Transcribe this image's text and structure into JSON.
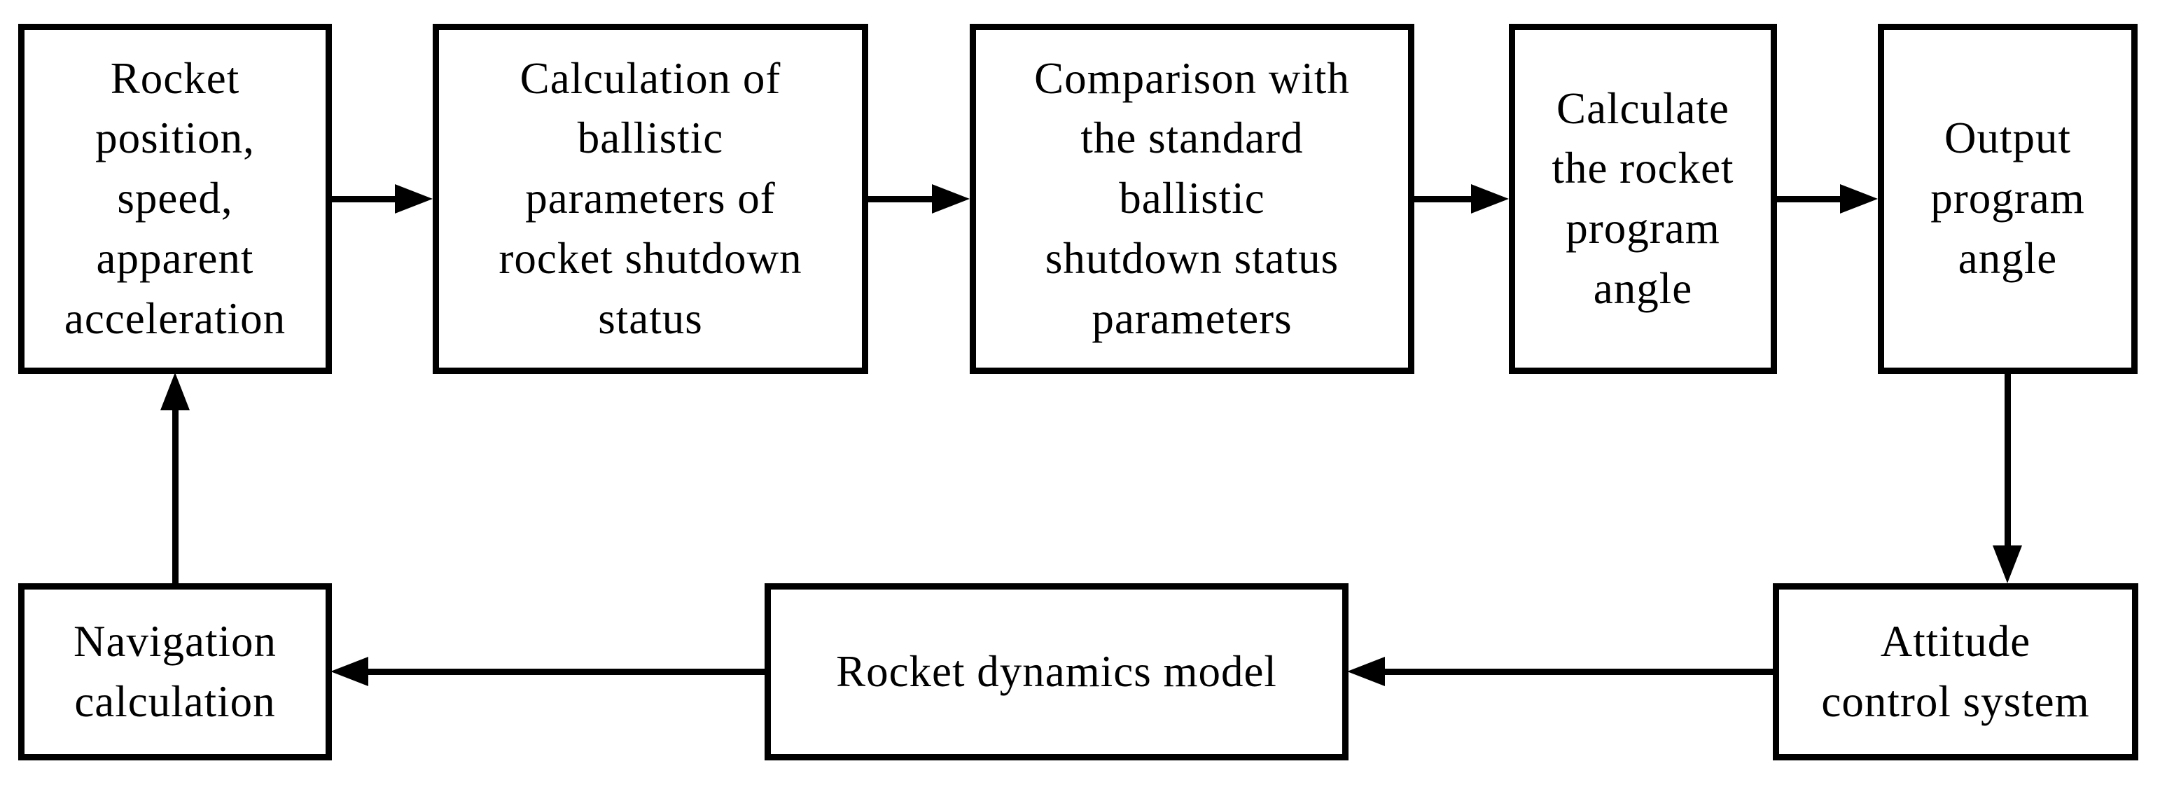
{
  "diagram": {
    "type": "flowchart",
    "background_color": "#ffffff",
    "line_color": "#000000",
    "boxes": [
      {
        "id": "rocket-state",
        "label": "Rocket\nposition,\nspeed,\napparent\nacceleration"
      },
      {
        "id": "ballistic-calculation",
        "label": "Calculation of\nballistic\nparameters of\nrocket shutdown\nstatus"
      },
      {
        "id": "comparison",
        "label": "Comparison with\nthe standard\nballistic\nshutdown status\nparameters"
      },
      {
        "id": "calculate-program-angle",
        "label": "Calculate\nthe rocket\nprogram\nangle"
      },
      {
        "id": "output-program-angle",
        "label": "Output\nprogram\nangle"
      },
      {
        "id": "attitude-control-system",
        "label": "Attitude\ncontrol system"
      },
      {
        "id": "rocket-dynamics-model",
        "label": "Rocket dynamics model"
      },
      {
        "id": "navigation-calculation",
        "label": "Navigation\ncalculation"
      }
    ],
    "arrows": [
      {
        "from": "rocket-state",
        "to": "ballistic-calculation",
        "direction": "right"
      },
      {
        "from": "ballistic-calculation",
        "to": "comparison",
        "direction": "right"
      },
      {
        "from": "comparison",
        "to": "calculate-program-angle",
        "direction": "right"
      },
      {
        "from": "calculate-program-angle",
        "to": "output-program-angle",
        "direction": "right"
      },
      {
        "from": "output-program-angle",
        "to": "attitude-control-system",
        "direction": "down"
      },
      {
        "from": "attitude-control-system",
        "to": "rocket-dynamics-model",
        "direction": "left"
      },
      {
        "from": "rocket-dynamics-model",
        "to": "navigation-calculation",
        "direction": "left"
      },
      {
        "from": "navigation-calculation",
        "to": "rocket-state",
        "direction": "up"
      }
    ]
  }
}
